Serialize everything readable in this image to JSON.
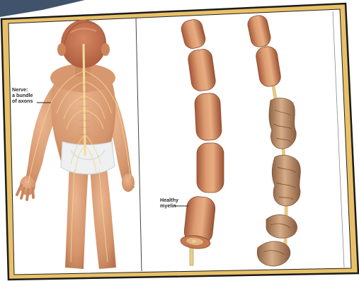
{
  "labels": {
    "nerve": [
      "Nerve:",
      "a bundle",
      "of axons"
    ],
    "myelin": [
      "Healthy",
      "myelin"
    ]
  },
  "palette": {
    "frame": "#e7bf63",
    "panel": "#ffffff",
    "border": "#1a1a1a",
    "skin": "#d99a73",
    "skin_dark": "#b86f4a",
    "hair": "#bd6c47",
    "nerve": "#f3d692",
    "myelin": "#c97a52",
    "damaged": "#b98a67",
    "axon": "#e9cc8a"
  },
  "icons": [
    "child-figure-illustration",
    "healthy-myelin-illustration",
    "damaged-myelin-illustration"
  ]
}
